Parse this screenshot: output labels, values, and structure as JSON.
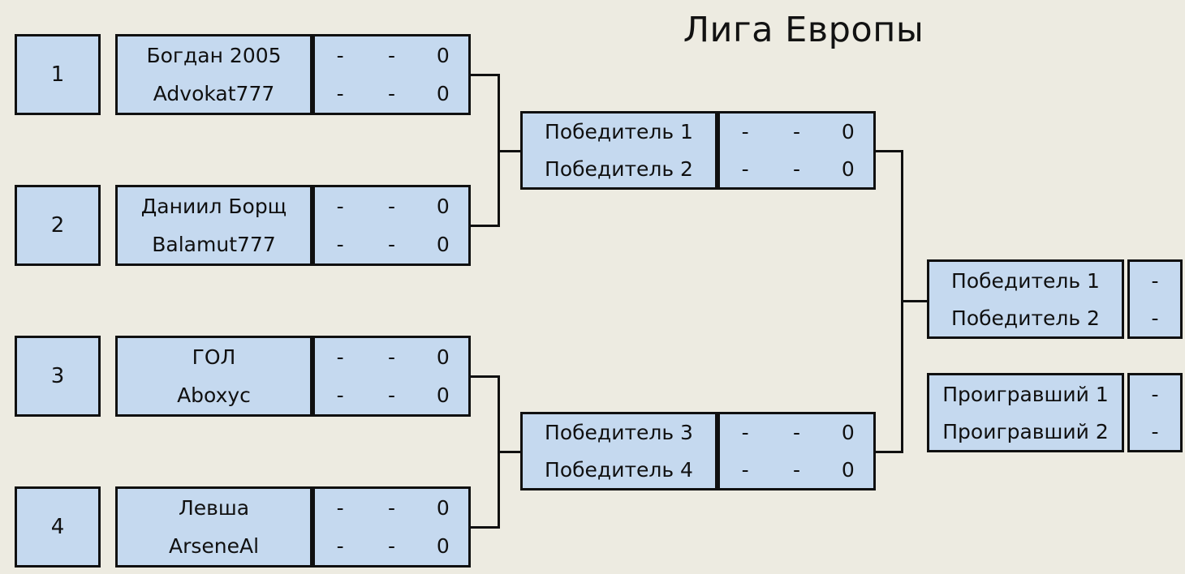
{
  "title": "Лига Европы",
  "labels": {
    "dash": "-",
    "zero": "0"
  },
  "round1": [
    {
      "seed": "1",
      "player_top": "Богдан 2005",
      "player_bottom": "Advokat777",
      "score_top": [
        "-",
        "-",
        "0"
      ],
      "score_bottom": [
        "-",
        "-",
        "0"
      ]
    },
    {
      "seed": "2",
      "player_top": "Даниил Борщ",
      "player_bottom": "Balamut777",
      "score_top": [
        "-",
        "-",
        "0"
      ],
      "score_bottom": [
        "-",
        "-",
        "0"
      ]
    },
    {
      "seed": "3",
      "player_top": "ГОЛ",
      "player_bottom": "Aboxyc",
      "score_top": [
        "-",
        "-",
        "0"
      ],
      "score_bottom": [
        "-",
        "-",
        "0"
      ]
    },
    {
      "seed": "4",
      "player_top": "Левша",
      "player_bottom": "ArseneAl",
      "score_top": [
        "-",
        "-",
        "0"
      ],
      "score_bottom": [
        "-",
        "-",
        "0"
      ]
    }
  ],
  "round2": [
    {
      "player_top": "Победитель 1",
      "player_bottom": "Победитель 2",
      "score_top": [
        "-",
        "-",
        "0"
      ],
      "score_bottom": [
        "-",
        "-",
        "0"
      ]
    },
    {
      "player_top": "Победитель 3",
      "player_bottom": "Победитель 4",
      "score_top": [
        "-",
        "-",
        "0"
      ],
      "score_bottom": [
        "-",
        "-",
        "0"
      ]
    }
  ],
  "final": {
    "player_top": "Победитель 1",
    "player_bottom": "Победитель 2",
    "score_top": [
      "-"
    ],
    "score_bottom": [
      "-"
    ]
  },
  "third_place": {
    "player_top": "Проигравший 1",
    "player_bottom": "Проигравший 2",
    "score_top": [
      "-"
    ],
    "score_bottom": [
      "-"
    ]
  },
  "colors": {
    "background": "#edebe1",
    "box_fill": "#c5d9ef",
    "border": "#101010",
    "text": "#101010"
  }
}
